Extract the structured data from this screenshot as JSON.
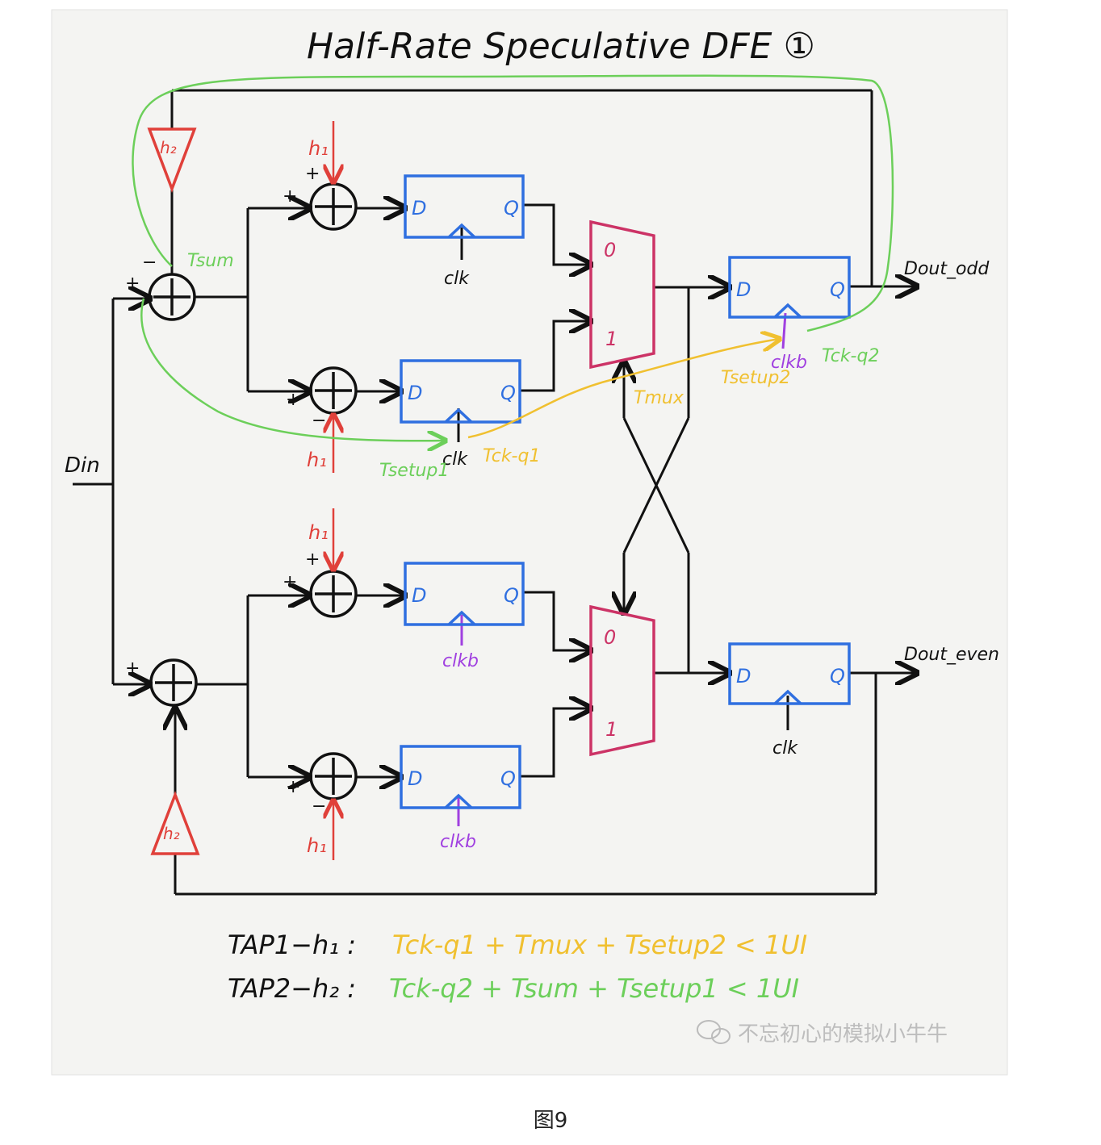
{
  "title": "Half-Rate Speculative DFE ①",
  "caption": "图9",
  "watermark": "不忘初心的模拟小牛牛",
  "colors": {
    "wire": "#111111",
    "flipflop": "#2f6fe0",
    "mux": "#cc3366",
    "tap": "#e0403a",
    "clkb": "#a040e0",
    "critical_path_1": "#f0c030",
    "critical_path_2": "#6ccf5a",
    "background": "#f4f4f2"
  },
  "labels": {
    "din": "Din",
    "dout_odd": "Dout_odd",
    "dout_even": "Dout_even",
    "h1": "h₁",
    "h2": "h₂",
    "plus": "+",
    "minus": "−",
    "D": "D",
    "Q": "Q",
    "clk": "clk",
    "clkb": "clkb",
    "mux0": "0",
    "mux1": "1",
    "tsum": "Tsum",
    "tsetup1": "Tsetup1",
    "tsetup2": "Tsetup2",
    "tckq1": "Tck-q1",
    "tckq2": "Tck-q2",
    "tmux": "Tmux"
  },
  "equations": {
    "tap1_name": "TAP1−h₁ :",
    "tap1_expr": "Tck-q1  +  Tmux  +  Tsetup2  < 1UI",
    "tap2_name": "TAP2−h₂ :",
    "tap2_expr": "Tck-q2  +  Tsum  +  Tsetup1  < 1UI"
  }
}
